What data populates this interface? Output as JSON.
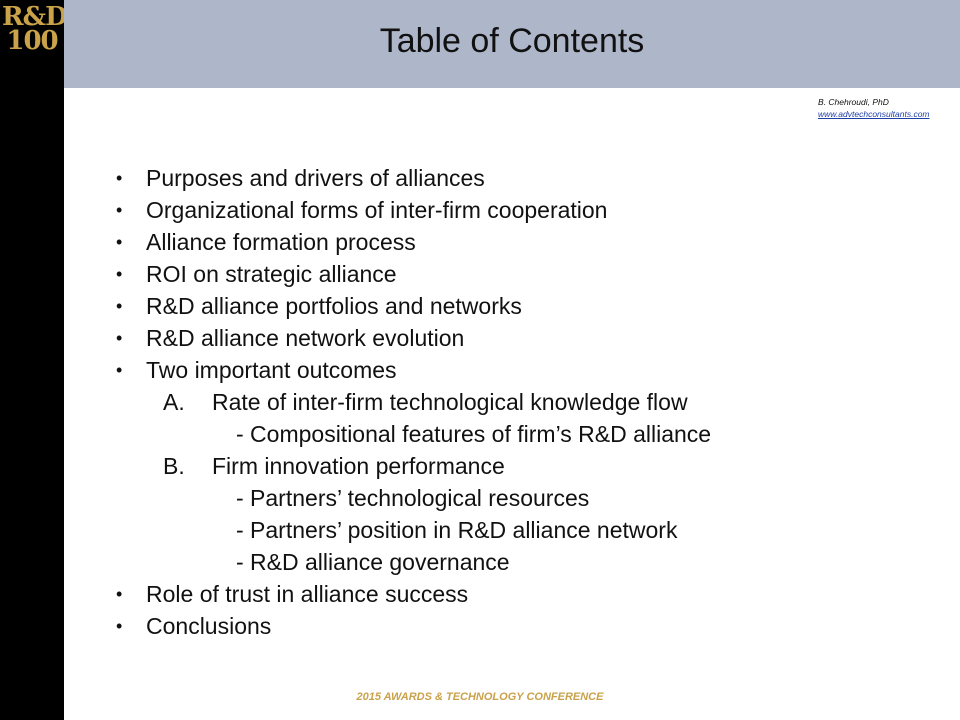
{
  "logo": {
    "line1": "R&D",
    "line2": "100"
  },
  "header": {
    "title": "Table of Contents"
  },
  "author": {
    "name": "B. Chehroudi, PhD",
    "website": "www.advtechconsultants.com"
  },
  "toc": [
    {
      "level": 0,
      "text": "Purposes  and drivers of alliances"
    },
    {
      "level": 0,
      "text": "Organizational forms of inter-firm cooperation"
    },
    {
      "level": 0,
      "text": "Alliance formation process"
    },
    {
      "level": 0,
      "text": "ROI  on strategic alliance"
    },
    {
      "level": 0,
      "text": "R&D alliance portfolios and networks"
    },
    {
      "level": 0,
      "text": "R&D alliance network evolution"
    },
    {
      "level": 0,
      "text": "Two important outcomes"
    },
    {
      "level": 1,
      "marker": "A.",
      "text": "Rate of inter-firm technological knowledge flow"
    },
    {
      "level": 2,
      "text": "- Compositional features of firm’s R&D alliance"
    },
    {
      "level": 1,
      "marker": "B.",
      "text": "Firm innovation performance"
    },
    {
      "level": 2,
      "text": "- Partners’ technological resources"
    },
    {
      "level": 2,
      "text": "- Partners’ position in R&D alliance network"
    },
    {
      "level": 2,
      "text": "- R&D alliance governance"
    },
    {
      "level": 0,
      "text": "Role of trust in alliance success"
    },
    {
      "level": 0,
      "text": "Conclusions"
    }
  ],
  "footer": {
    "text": "2015 AWARDS & TECHNOLOGY CONFERENCE"
  },
  "colors": {
    "header_bg": "#aeb6c9",
    "sidebar_bg": "#000000",
    "gold": "#c9a24a",
    "link": "#1f3fa8"
  }
}
